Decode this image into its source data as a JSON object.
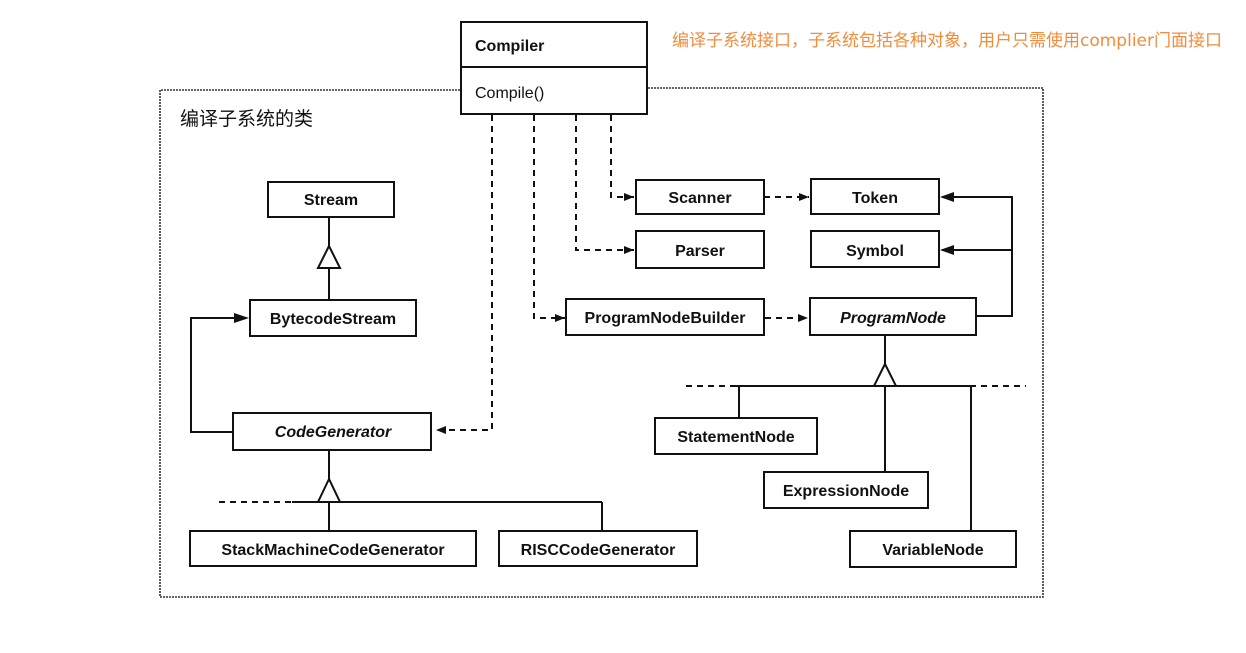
{
  "annotation": {
    "text": "编译子系统接口，子系统包括各种对象，用户只需使用complier门面接口",
    "color": "#F28C3A"
  },
  "package": {
    "label": "编译子系统的类"
  },
  "facade": {
    "name": "Compiler",
    "method": "Compile()"
  },
  "classes": {
    "stream": "Stream",
    "bytecode_stream": "BytecodeStream",
    "code_generator": "CodeGenerator",
    "stack_machine_code_generator": "StackMachineCodeGenerator",
    "risc_code_generator": "RISCCodeGenerator",
    "scanner": "Scanner",
    "token": "Token",
    "parser": "Parser",
    "symbol": "Symbol",
    "program_node_builder": "ProgramNodeBuilder",
    "program_node": "ProgramNode",
    "statement_node": "StatementNode",
    "expression_node": "ExpressionNode",
    "variable_node": "VariableNode"
  }
}
